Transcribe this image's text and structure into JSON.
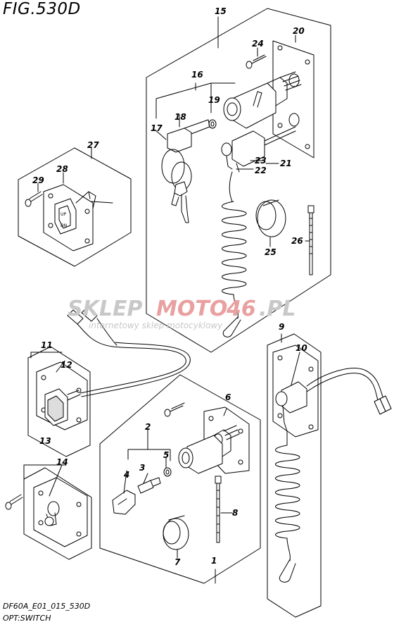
{
  "figure": {
    "title": "FIG.530D",
    "code": "DF60A_E01_015_530D",
    "name": "OPT:SWITCH"
  },
  "watermark": {
    "part1": "SKLEP",
    "part2": "MOTO",
    "part3": "46",
    "part4": ".PL",
    "subtitle": "internetowy sklep motocyklowy"
  },
  "callouts": {
    "c1": "1",
    "c2": "2",
    "c3": "3",
    "c4": "4",
    "c5": "5",
    "c6": "6",
    "c7": "7",
    "c8": "8",
    "c9": "9",
    "c10": "10",
    "c11": "11",
    "c12": "12",
    "c13": "13",
    "c14": "14",
    "c15": "15",
    "c16": "16",
    "c17": "17",
    "c18": "18",
    "c19": "19",
    "c20": "20",
    "c21": "21",
    "c22": "22",
    "c23": "23",
    "c24": "24",
    "c25": "25",
    "c26": "26",
    "c27": "27",
    "c28": "28",
    "c29": "29"
  },
  "switch_labels": {
    "up": "UP",
    "dn": "DN"
  },
  "colors": {
    "line": "#000000",
    "watermark_gray": "#c8c8c8",
    "watermark_red": "#e8a0a0"
  }
}
